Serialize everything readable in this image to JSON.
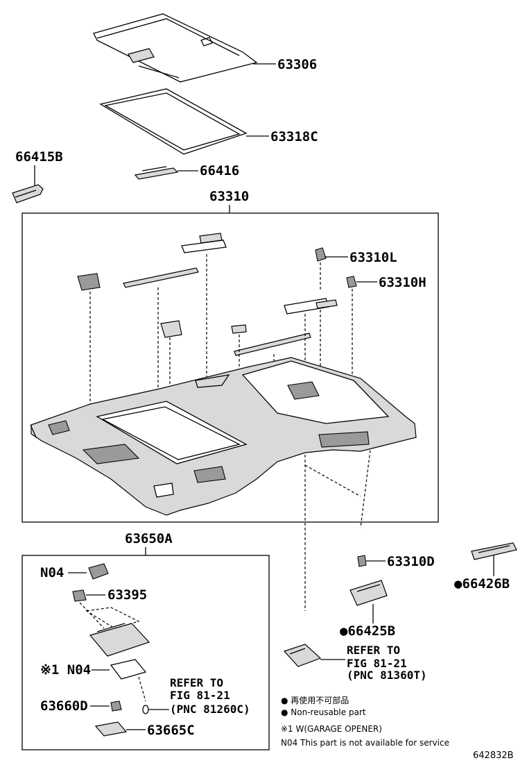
{
  "labels": {
    "p63306": "63306",
    "p63318C": "63318C",
    "p66415B": "66415B",
    "p66416": "66416",
    "p63310": "63310",
    "p63310L": "63310L",
    "p63310H": "63310H",
    "p63650A": "63650A",
    "p63310D": "63310D",
    "p66426B": "●66426B",
    "pN04": "N04",
    "p63395": "63395",
    "p66425B": "●66425B",
    "pN04b": "※1 N04",
    "p63660D": "63660D",
    "p63665C": "63665C"
  },
  "refs": {
    "ref1": {
      "line1": "REFER TO",
      "line2": "FIG 81-21",
      "line3": "(PNC 81360T)"
    },
    "ref2": {
      "line1": "REFER TO",
      "line2": "FIG 81-21",
      "line3": "(PNC 81260C)"
    }
  },
  "legend": {
    "non_reusable_jp": "● 再使用不可部品",
    "non_reusable_en": "● Non-reusable part",
    "note1": "※1 W(GARAGE OPENER)",
    "note2": "N04 This part is not available for service"
  },
  "diagram_code": "642832B"
}
